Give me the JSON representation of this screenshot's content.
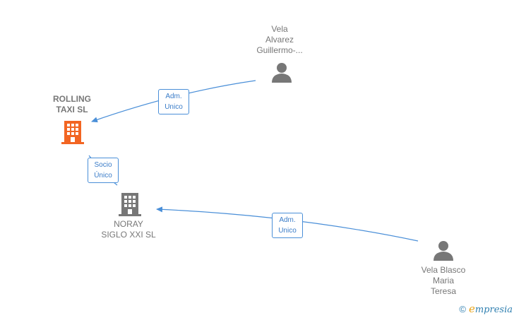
{
  "nodes": {
    "rolling_taxi": {
      "lines": [
        "ROLLING",
        "TAXI  SL"
      ]
    },
    "noray": {
      "lines": [
        "NORAY",
        "SIGLO XXI  SL"
      ]
    },
    "vela_alvarez": {
      "lines": [
        "Vela",
        "Alvarez",
        "Guillermo-..."
      ]
    },
    "vela_blasco": {
      "lines": [
        "Vela Blasco",
        "Maria",
        "Teresa"
      ]
    }
  },
  "edges": {
    "adm_unico_1": {
      "lines": [
        "Adm.",
        "Unico"
      ]
    },
    "socio_unico": {
      "lines": [
        "Socio",
        "Único"
      ]
    },
    "adm_unico_2": {
      "lines": [
        "Adm.",
        "Unico"
      ]
    }
  },
  "colors": {
    "accent": "#4a8fd8",
    "company_main": "#f26522",
    "company": "#777777",
    "person": "#777777"
  },
  "watermark": {
    "copyright": "©",
    "brand_first": "e",
    "brand_rest": "mpresia"
  }
}
